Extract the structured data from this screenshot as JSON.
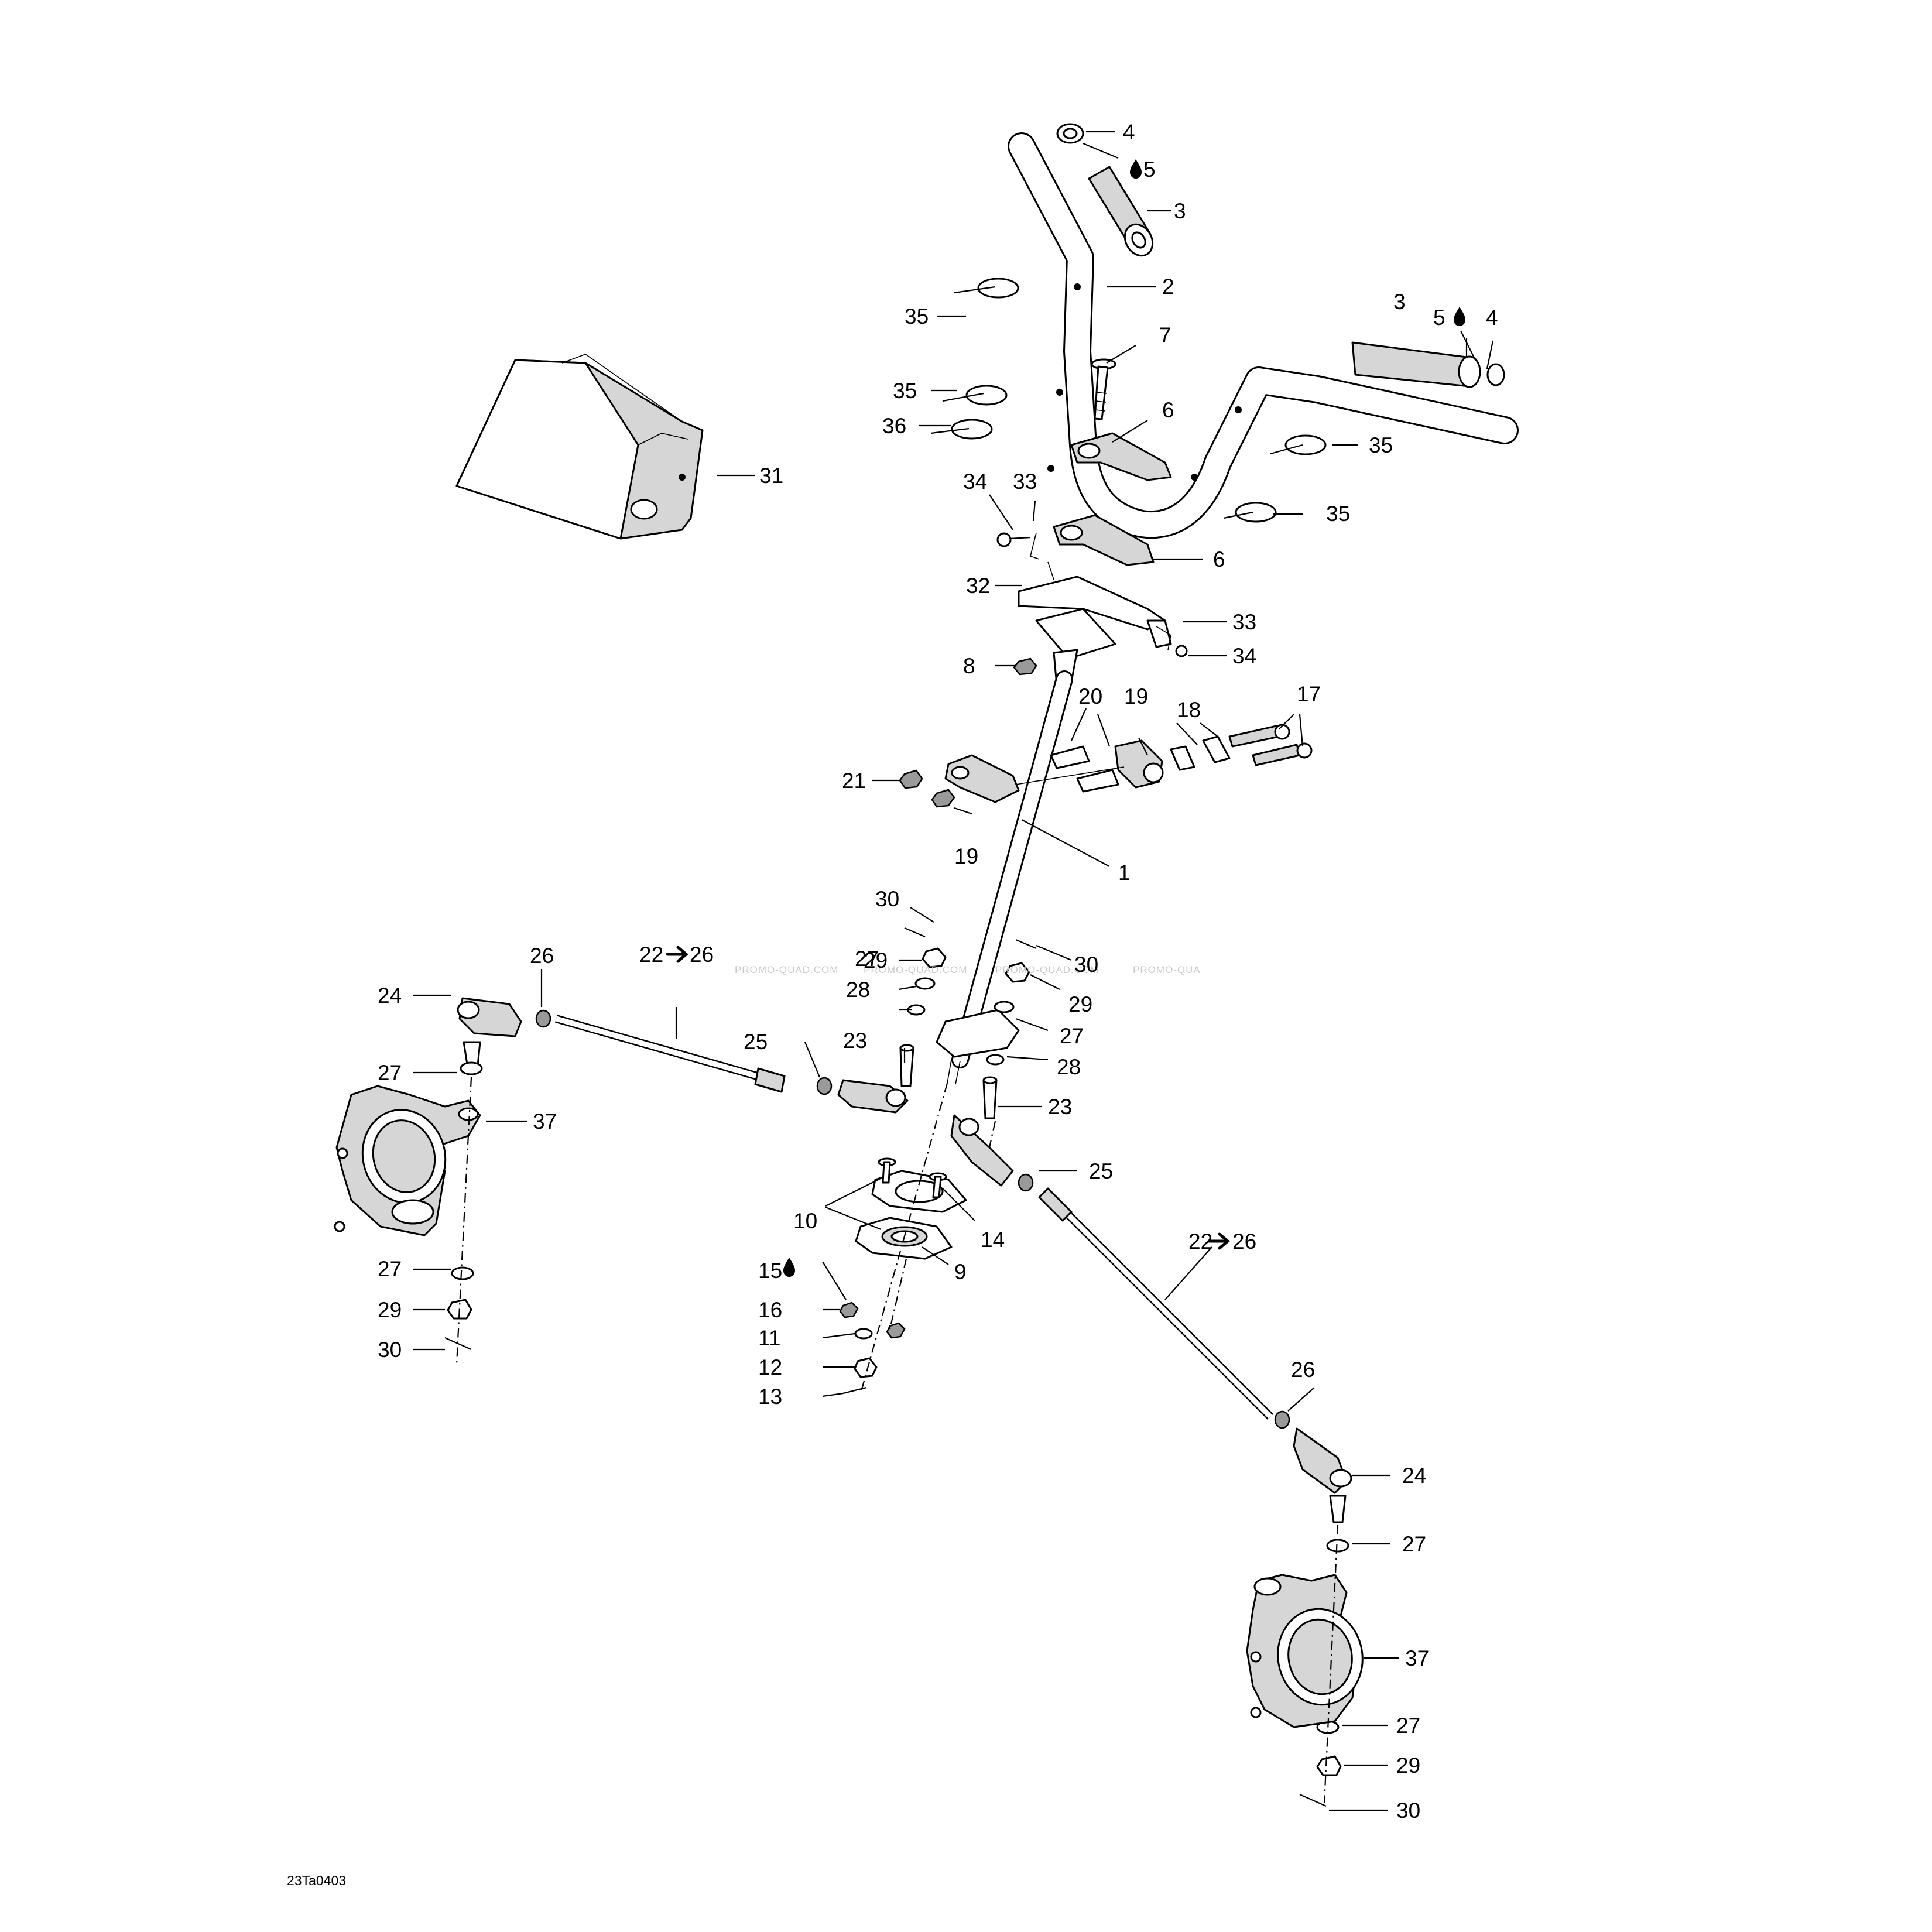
{
  "drawing_code": "23Ta0403",
  "watermark": "PROMO-QUAD.COM",
  "watermark_partial": "PROMO-QUA",
  "callouts": [
    {
      "id": "c4a",
      "text": "4"
    },
    {
      "id": "c5a",
      "text": "5"
    },
    {
      "id": "c3a",
      "text": "3"
    },
    {
      "id": "c2",
      "text": "2"
    },
    {
      "id": "c3b",
      "text": "3"
    },
    {
      "id": "c5b",
      "text": "5"
    },
    {
      "id": "c4b",
      "text": "4"
    },
    {
      "id": "c35a",
      "text": "35"
    },
    {
      "id": "c7",
      "text": "7"
    },
    {
      "id": "c35b",
      "text": "35"
    },
    {
      "id": "c6a",
      "text": "6"
    },
    {
      "id": "c36",
      "text": "36"
    },
    {
      "id": "c35c",
      "text": "35"
    },
    {
      "id": "c31",
      "text": "31"
    },
    {
      "id": "c34a",
      "text": "34"
    },
    {
      "id": "c33a",
      "text": "33"
    },
    {
      "id": "c35d",
      "text": "35"
    },
    {
      "id": "c6b",
      "text": "6"
    },
    {
      "id": "c32",
      "text": "32"
    },
    {
      "id": "c33b",
      "text": "33"
    },
    {
      "id": "c34b",
      "text": "34"
    },
    {
      "id": "c8",
      "text": "8"
    },
    {
      "id": "c20",
      "text": "20"
    },
    {
      "id": "c19a",
      "text": "19"
    },
    {
      "id": "c18",
      "text": "18"
    },
    {
      "id": "c17",
      "text": "17"
    },
    {
      "id": "c21",
      "text": "21"
    },
    {
      "id": "c19b",
      "text": "19"
    },
    {
      "id": "c1",
      "text": "1"
    },
    {
      "id": "c30a",
      "text": "30"
    },
    {
      "id": "c29a",
      "text": "29"
    },
    {
      "id": "c26a",
      "text": "26"
    },
    {
      "id": "c22a",
      "text": "22"
    },
    {
      "id": "c26r1",
      "text": "26"
    },
    {
      "id": "c24a",
      "text": "24"
    },
    {
      "id": "c27a",
      "text": "27"
    },
    {
      "id": "c30b",
      "text": "30"
    },
    {
      "id": "c29b",
      "text": "29"
    },
    {
      "id": "c28a",
      "text": "28"
    },
    {
      "id": "c27b",
      "text": "27"
    },
    {
      "id": "c25a",
      "text": "25"
    },
    {
      "id": "c23a",
      "text": "23"
    },
    {
      "id": "c28b",
      "text": "28"
    },
    {
      "id": "c27c",
      "text": "27"
    },
    {
      "id": "c37a",
      "text": "37"
    },
    {
      "id": "c23b",
      "text": "23"
    },
    {
      "id": "c25b",
      "text": "25"
    },
    {
      "id": "c10",
      "text": "10"
    },
    {
      "id": "c14",
      "text": "14"
    },
    {
      "id": "c22b",
      "text": "22"
    },
    {
      "id": "c26r2",
      "text": "26"
    },
    {
      "id": "c27d",
      "text": "27"
    },
    {
      "id": "c9",
      "text": "9"
    },
    {
      "id": "c15",
      "text": "15"
    },
    {
      "id": "c29c",
      "text": "29"
    },
    {
      "id": "c16",
      "text": "16"
    },
    {
      "id": "c30c",
      "text": "30"
    },
    {
      "id": "c11",
      "text": "11"
    },
    {
      "id": "c12",
      "text": "12"
    },
    {
      "id": "c13",
      "text": "13"
    },
    {
      "id": "c26b",
      "text": "26"
    },
    {
      "id": "c24b",
      "text": "24"
    },
    {
      "id": "c27e",
      "text": "27"
    },
    {
      "id": "c37b",
      "text": "37"
    },
    {
      "id": "c27f",
      "text": "27"
    },
    {
      "id": "c29d",
      "text": "29"
    },
    {
      "id": "c30d",
      "text": "30"
    }
  ]
}
